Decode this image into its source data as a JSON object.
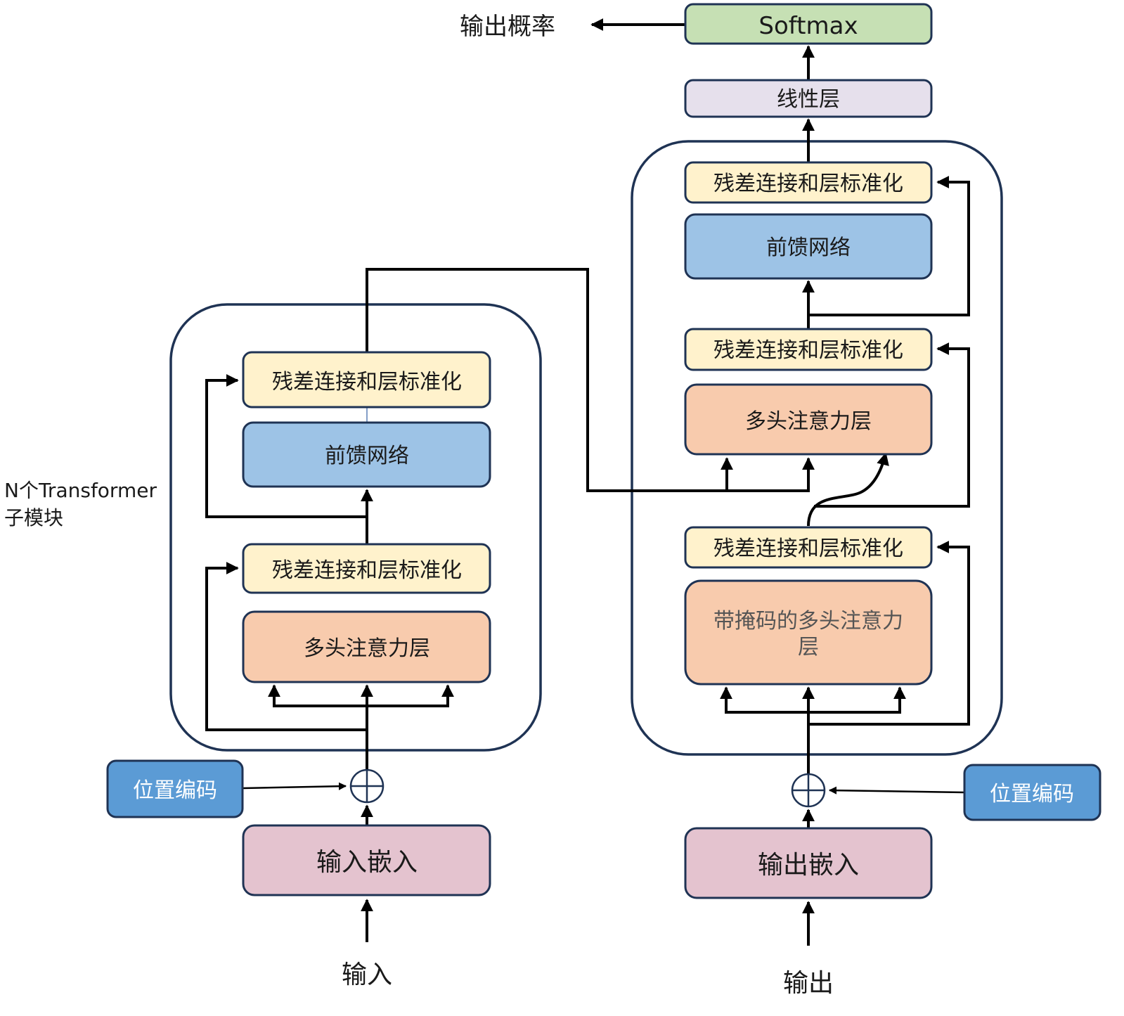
{
  "diagram": {
    "title": "Transformer architecture",
    "colors": {
      "softmax": "#c6e0b4",
      "linear": "#e6e0ec",
      "add_norm": "#fff2cc",
      "feed_forward": "#9dc3e6",
      "attention": "#f8cbad",
      "embedding": "#e4c3cf",
      "positional_encoding": "#5b9bd5",
      "border": "#1f3354"
    },
    "output_probabilities": "输出概率",
    "softmax": "Softmax",
    "linear": "线性层",
    "block_label_line1": "N个Transformer",
    "block_label_line2": "子模块",
    "encoder": {
      "add_norm_top": "残差连接和层标准化",
      "feed_forward": "前馈网络",
      "add_norm_bottom": "残差连接和层标准化",
      "attention": "多头注意力层",
      "positional_encoding": "位置编码",
      "embedding": "输入嵌入",
      "input": "输入"
    },
    "decoder": {
      "add_norm_top": "残差连接和层标准化",
      "feed_forward": "前馈网络",
      "add_norm_mid": "残差连接和层标准化",
      "cross_attention": "多头注意力层",
      "add_norm_bottom": "残差连接和层标准化",
      "masked_attention_line1": "带掩码的多头注意力",
      "masked_attention_line2": "层",
      "positional_encoding": "位置编码",
      "embedding": "输出嵌入",
      "output": "输出"
    }
  }
}
